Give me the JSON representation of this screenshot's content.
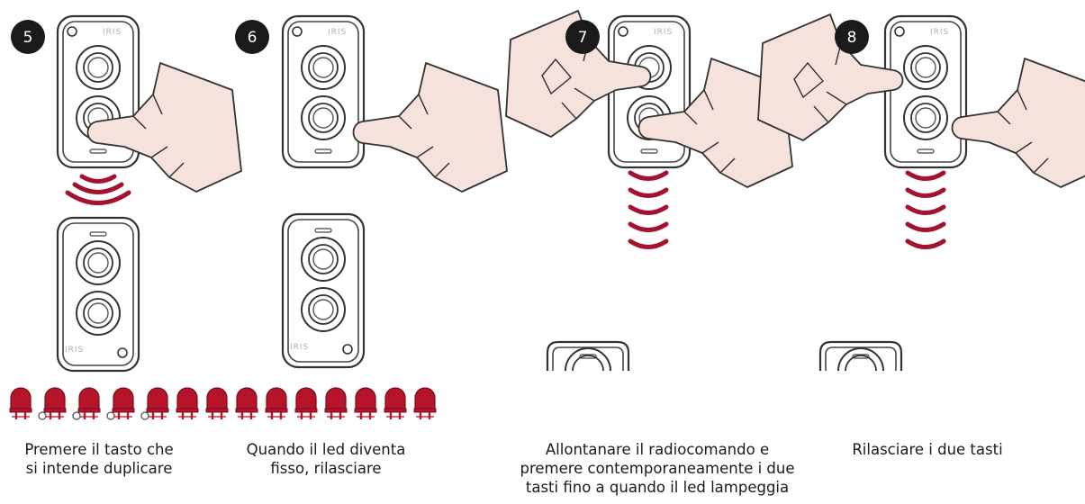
{
  "steps": [
    {
      "number": "5",
      "caption": [
        "Premere il tasto che",
        "si intende duplicare"
      ]
    },
    {
      "number": "6",
      "caption": [
        "Quando il led diventa",
        "fisso, rilasciare"
      ]
    },
    {
      "number": "7",
      "caption": [
        "Allontanare il radiocomando e",
        "premere contemporaneamente i due",
        "tasti fino a quando il led lampeggia"
      ]
    },
    {
      "number": "8",
      "caption": [
        "Rilasciare i due tasti"
      ]
    }
  ],
  "remote": {
    "brand_label": "IRIS"
  },
  "led_sequence": {
    "blinking_count": 4,
    "steady_count": 10
  },
  "colors": {
    "signal_wave": "#a3122e",
    "led_red": "#b5142b",
    "hand_fill": "#f6e2dc",
    "badge": "#1a1a1a"
  }
}
